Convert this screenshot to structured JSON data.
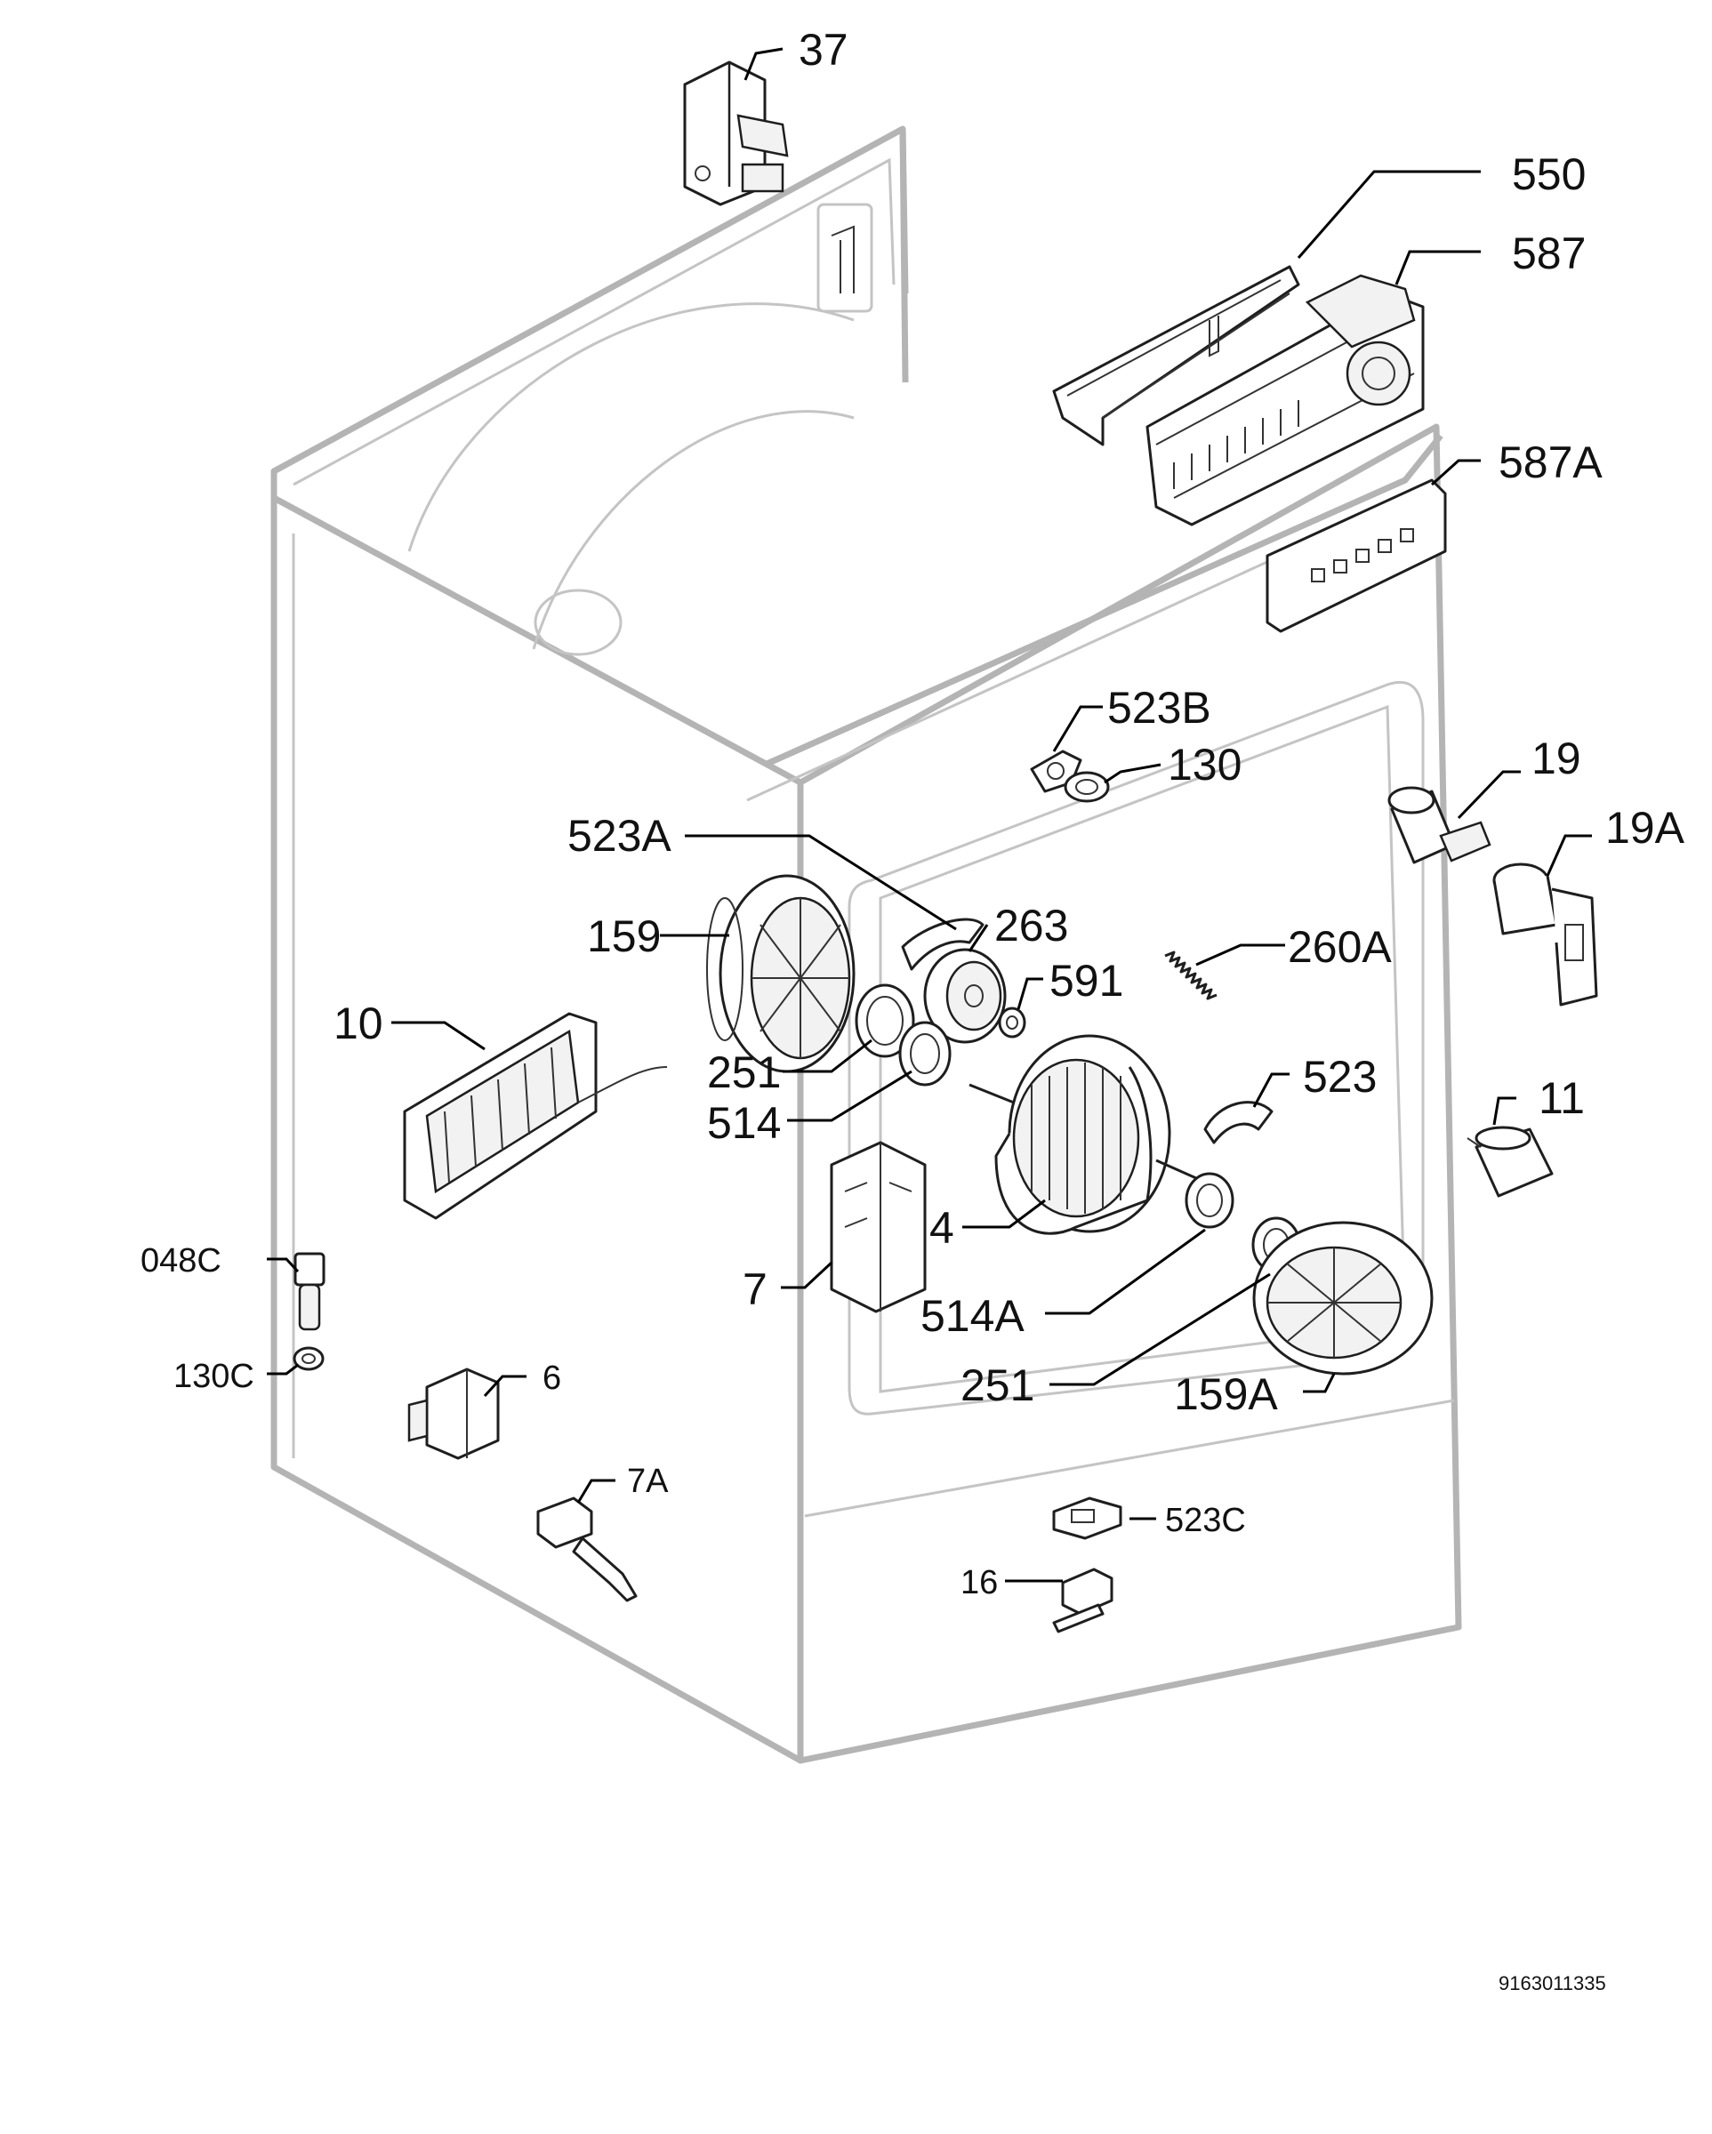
{
  "parts": [
    {
      "id": "p37",
      "label": "37"
    },
    {
      "id": "p550",
      "label": "550"
    },
    {
      "id": "p587",
      "label": "587"
    },
    {
      "id": "p587A",
      "label": "587A"
    },
    {
      "id": "p523B",
      "label": "523B"
    },
    {
      "id": "p130",
      "label": "130"
    },
    {
      "id": "p19",
      "label": "19"
    },
    {
      "id": "p19A",
      "label": "19A"
    },
    {
      "id": "p523A",
      "label": "523A"
    },
    {
      "id": "p263",
      "label": "263"
    },
    {
      "id": "p159",
      "label": "159"
    },
    {
      "id": "p591",
      "label": "591"
    },
    {
      "id": "p260A",
      "label": "260A"
    },
    {
      "id": "p10",
      "label": "10"
    },
    {
      "id": "p523",
      "label": "523"
    },
    {
      "id": "p251a",
      "label": "251"
    },
    {
      "id": "p514",
      "label": "514"
    },
    {
      "id": "p11",
      "label": "11"
    },
    {
      "id": "p4",
      "label": "4"
    },
    {
      "id": "p048C",
      "label": "048C"
    },
    {
      "id": "p7",
      "label": "7"
    },
    {
      "id": "p514A",
      "label": "514A"
    },
    {
      "id": "p130C",
      "label": "130C"
    },
    {
      "id": "p6",
      "label": "6"
    },
    {
      "id": "p251b",
      "label": "251"
    },
    {
      "id": "p159A",
      "label": "159A"
    },
    {
      "id": "p7A",
      "label": "7A"
    },
    {
      "id": "p523C",
      "label": "523C"
    },
    {
      "id": "p16",
      "label": "16"
    }
  ],
  "document_number": "9163011335",
  "colors": {
    "cabinet": "#b4b4b4",
    "line": "#1e1e1e",
    "text": "#111111"
  }
}
